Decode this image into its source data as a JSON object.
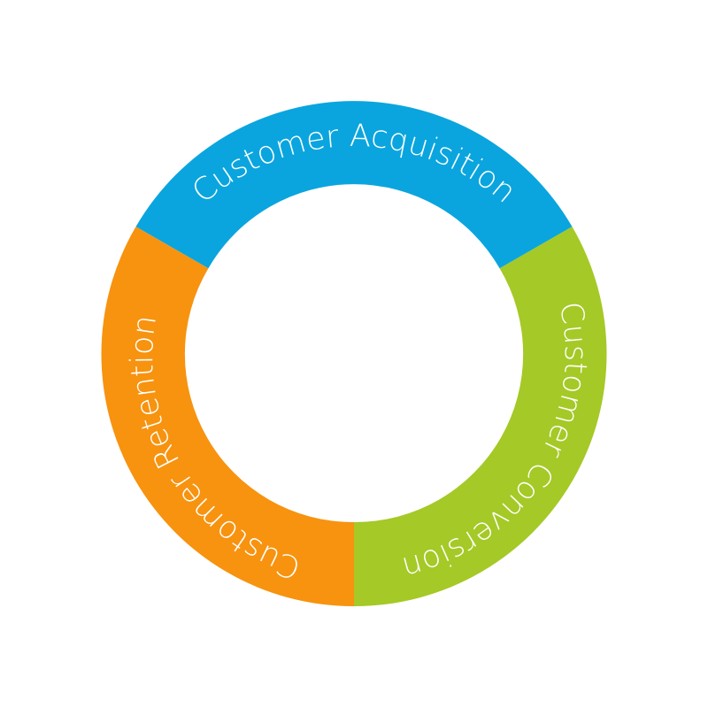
{
  "diagram": {
    "type": "cycle-ring",
    "segments": [
      {
        "label": "Customer Acquisition",
        "color": "#0AA5DE"
      },
      {
        "label": "Customer Conversion",
        "color": "#A5C926"
      },
      {
        "label": "Customer Retention",
        "color": "#F7930F"
      }
    ]
  }
}
